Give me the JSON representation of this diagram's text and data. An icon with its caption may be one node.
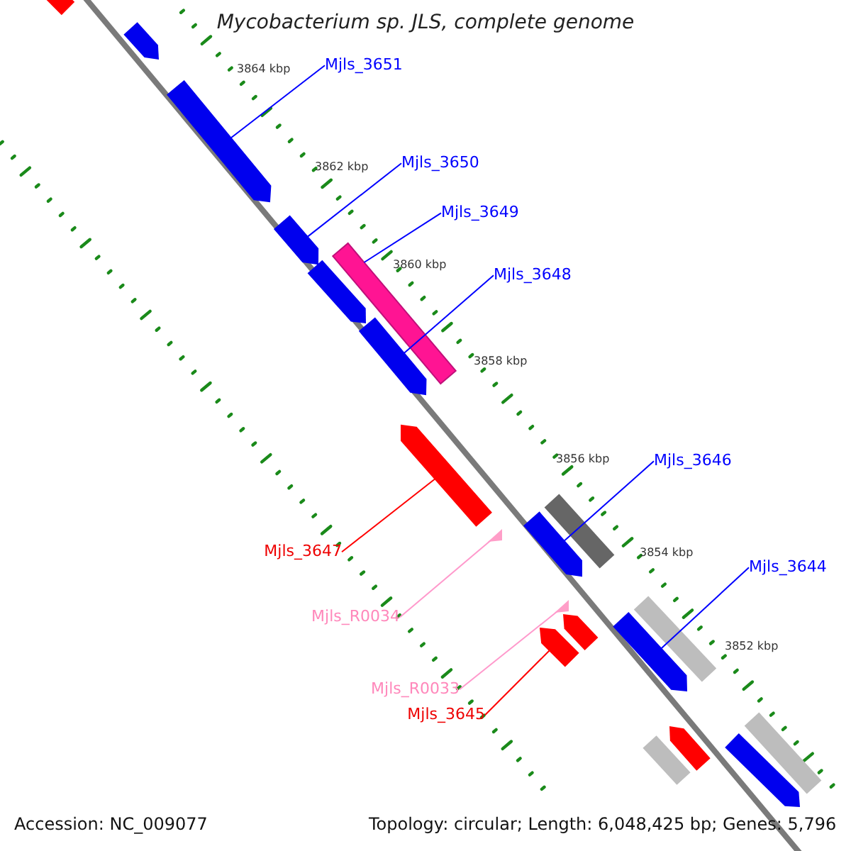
{
  "diagram": {
    "title": "Mycobacterium sp. JLS, complete genome",
    "nodes": [
      {
        "text": [
          "Mjls_3651"
        ]
      },
      {
        "text": [
          "Mjls_3650"
        ]
      },
      {
        "text": [
          "Mjls_3649"
        ]
      },
      {
        "text": [
          "Mjls_3648"
        ]
      },
      {
        "text": [
          "Mjls_3646"
        ]
      },
      {
        "text": [
          "Mjls_3644"
        ]
      },
      {
        "text": [
          "Mjls_3647"
        ]
      },
      {
        "text": [
          "Mjls_R0034"
        ]
      },
      {
        "text": [
          "Mjls_R0033"
        ]
      },
      {
        "text": [
          "Mjls_3645"
        ]
      },
      {
        "text": [],
        "shape": "arrow"
      },
      {
        "text": [],
        "shape": "arrow"
      },
      {
        "text": [],
        "shape": "bar"
      },
      {
        "text": [],
        "shape": "arrow"
      },
      {
        "text": [],
        "shape": "arrow"
      },
      {
        "text": [],
        "shape": "arrow"
      },
      {
        "text": [],
        "shape": "arrow"
      },
      {
        "text": [],
        "shape": "triangle"
      },
      {
        "text": [],
        "shape": "triangle"
      },
      {
        "text": [],
        "shape": "arrow"
      }
    ],
    "edges": [
      {
        "from": 0,
        "to": 10,
        "arrow": "none"
      },
      {
        "from": 1,
        "to": 11,
        "arrow": "none"
      },
      {
        "from": 2,
        "to": 12,
        "arrow": "none"
      },
      {
        "from": 3,
        "to": 13,
        "arrow": "none"
      },
      {
        "from": 4,
        "to": 14,
        "arrow": "none"
      },
      {
        "from": 5,
        "to": 15,
        "arrow": "none"
      },
      {
        "from": 6,
        "to": 16,
        "arrow": "none",
        "color": "#ff0000"
      },
      {
        "from": 7,
        "to": 17,
        "arrow": "none",
        "color": "#ff99cc"
      },
      {
        "from": 8,
        "to": 18,
        "arrow": "none",
        "color": "#ff99cc"
      },
      {
        "from": 9,
        "to": 19,
        "arrow": "none",
        "color": "#ff0000"
      }
    ],
    "labels": [
      "3864 kbp",
      "3862 kbp",
      "3860 kbp",
      "3858 kbp",
      "3856 kbp",
      "3854 kbp",
      "3852 kbp",
      "Accession: NC_009077",
      "Topology: circular; Length: 6,048,425 bp; Genes: 5,796"
    ]
  }
}
